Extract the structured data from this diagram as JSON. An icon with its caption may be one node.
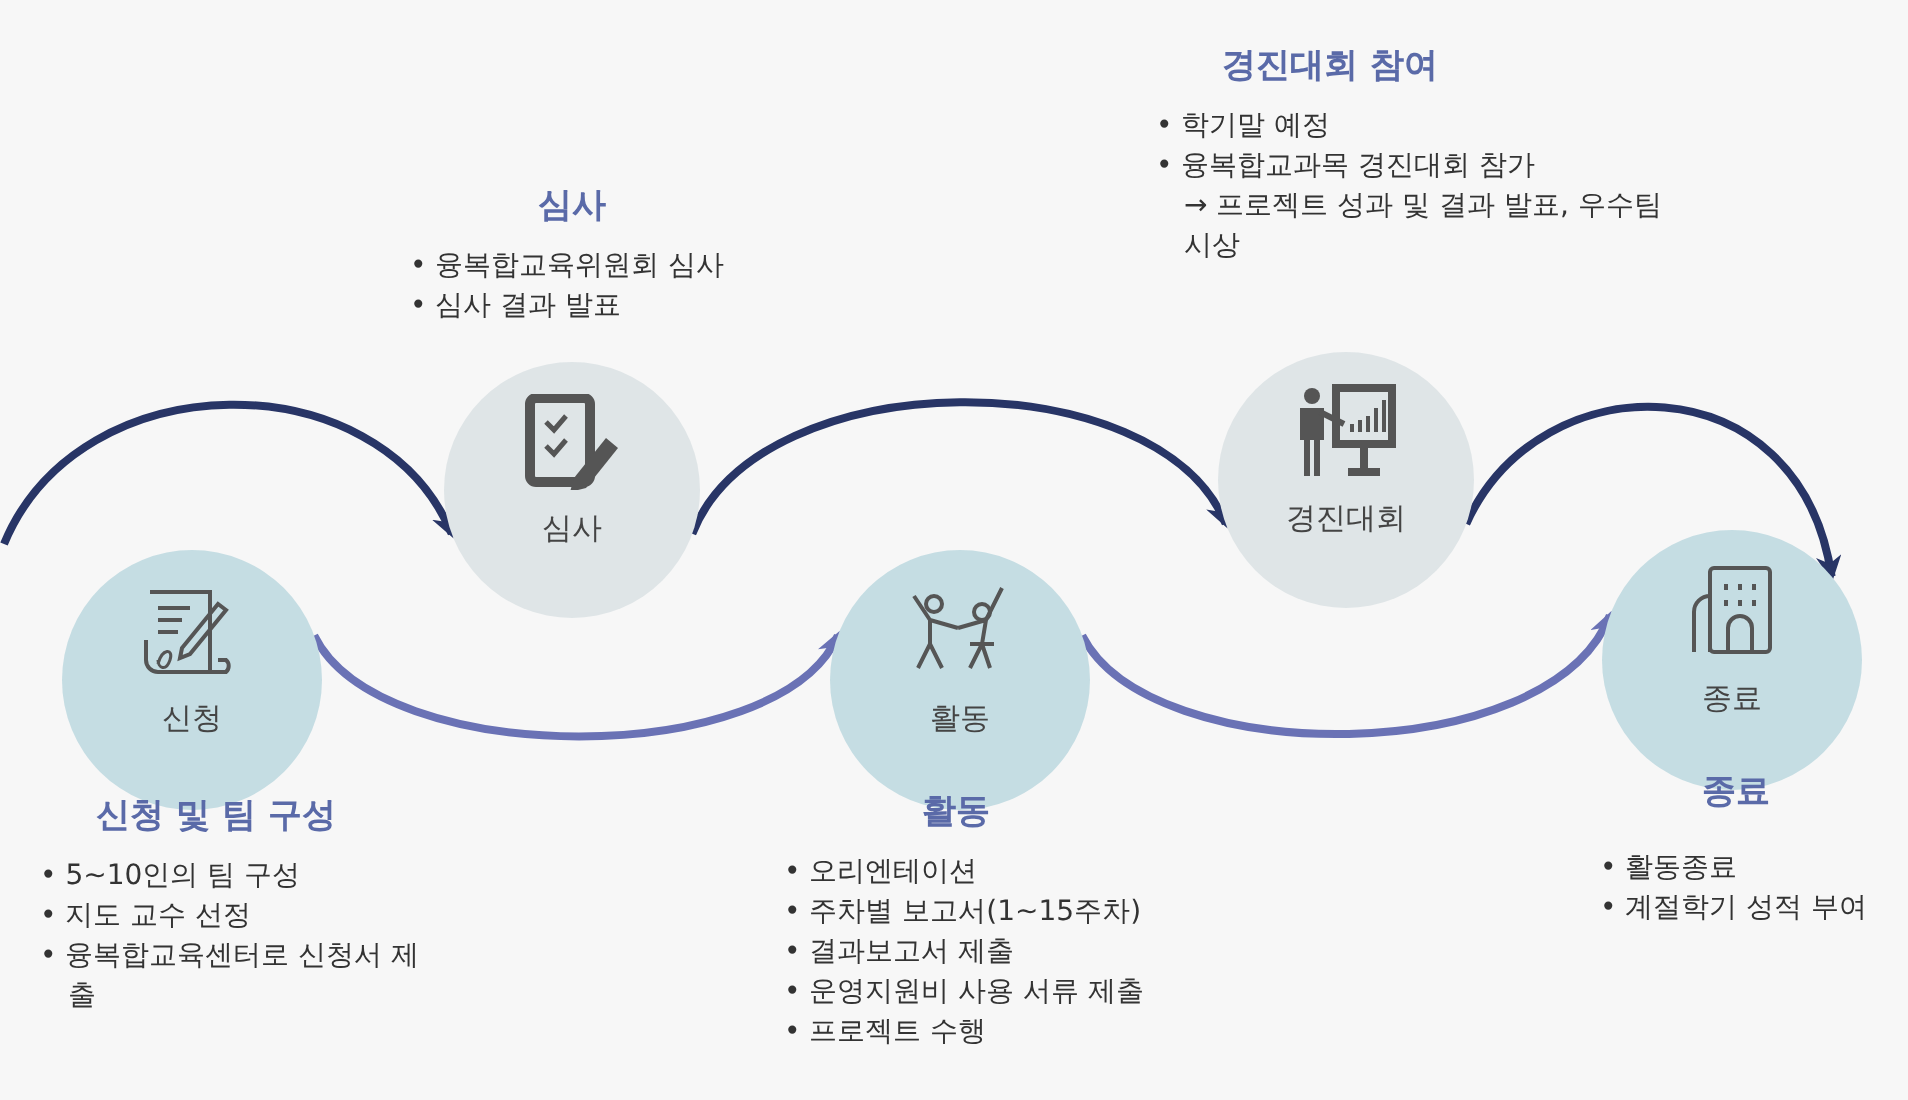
{
  "diagram": {
    "nodes": [
      {
        "text": [
          "신청"
        ],
        "beside": [
          "신청 및 팀 구성",
          "• 5~10인의 팀 구성",
          "• 지도 교수 선정",
          "• 융복합교육센터로 신청서 제출"
        ]
      },
      {
        "text": [
          "심사"
        ],
        "beside": [
          "심사",
          "• 융복합교육위원회 심사",
          "• 심사 결과 발표"
        ]
      },
      {
        "text": [
          "활동"
        ],
        "beside": [
          "활동",
          "• 오리엔테이션",
          "• 주차별 보고서(1~15주차)",
          "• 결과보고서 제출",
          "• 운영지원비 사용 서류 제출",
          "• 프로젝트 수행"
        ]
      },
      {
        "text": [
          "경진대회"
        ],
        "beside": [
          "경진대회 참여",
          "• 학기말 예정",
          "• 융복합교과목 경진대회 참가",
          "→ 프로젝트 성과 및 결과 발표, 우수팀 시상"
        ]
      },
      {
        "text": [
          "종료"
        ],
        "beside": [
          "종료",
          "• 활동종료",
          "• 계절학기 성적 부여"
        ]
      }
    ],
    "edges": [
      {
        "from": null,
        "to": 1,
        "arrow": "to"
      },
      {
        "from": 0,
        "to": 2,
        "arrow": "to",
        "color": "#6a72b5"
      },
      {
        "from": 1,
        "to": 3,
        "arrow": "to"
      },
      {
        "from": 2,
        "to": 4,
        "arrow": "to",
        "color": "#6a72b5"
      },
      {
        "from": 3,
        "to": 4,
        "arrow": "to"
      }
    ]
  }
}
